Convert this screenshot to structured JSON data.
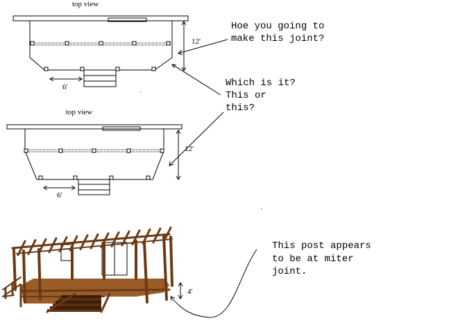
{
  "drawing1": {
    "title": "top view",
    "dim_depth": "12'",
    "dim_stair": "6'"
  },
  "drawing2": {
    "title": "top view",
    "dim_depth": "12'",
    "dim_stair": "6'"
  },
  "render3d": {
    "dim_height": "4'"
  },
  "notes": {
    "joint_question": [
      "Hoe you going to",
      "make this joint?"
    ],
    "which_question": [
      "Which is it?",
      "This or",
      "this?"
    ],
    "post_note": [
      "This post appears",
      "to be at miter",
      "joint."
    ]
  },
  "colors": {
    "wood": "#6b3a14",
    "deck": "#9a5c28",
    "ink": "#000000"
  }
}
